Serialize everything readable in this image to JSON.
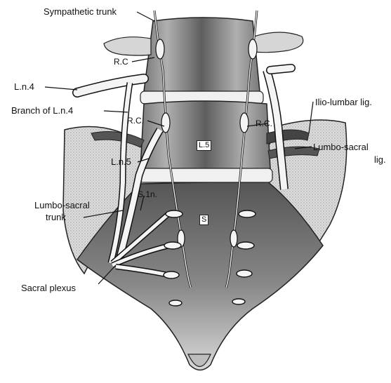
{
  "figure": {
    "labels": {
      "sympathetic_trunk": "Sympathetic trunk",
      "rc_top": "R.C",
      "ln4": "L.n.4",
      "branch_ln4": "Branch of L.n.4",
      "rc_left": "R.C.",
      "rc_right": "R.C.",
      "ilio_lumbar_lig": "Ilio-lumbar lig.",
      "lumbo_sacral_lig_line1": "Lumbo-sacral",
      "lumbo_sacral_lig_line2": "lig.",
      "l5": "L.5",
      "ln5": "L.n.5",
      "s1n": "S.1n.",
      "lumbo_sacral_trunk_line1": "Lumbo-sacral",
      "lumbo_sacral_trunk_line2": "trunk",
      "s": "S",
      "sacral_plexus": "Sacral plexus"
    },
    "colors": {
      "ink": "#111111",
      "bone_light": "#e6e6e6",
      "bone_mid": "#b8b8b8",
      "bone_dark": "#6a6a6a",
      "nerve": "#f4f4f4"
    }
  }
}
